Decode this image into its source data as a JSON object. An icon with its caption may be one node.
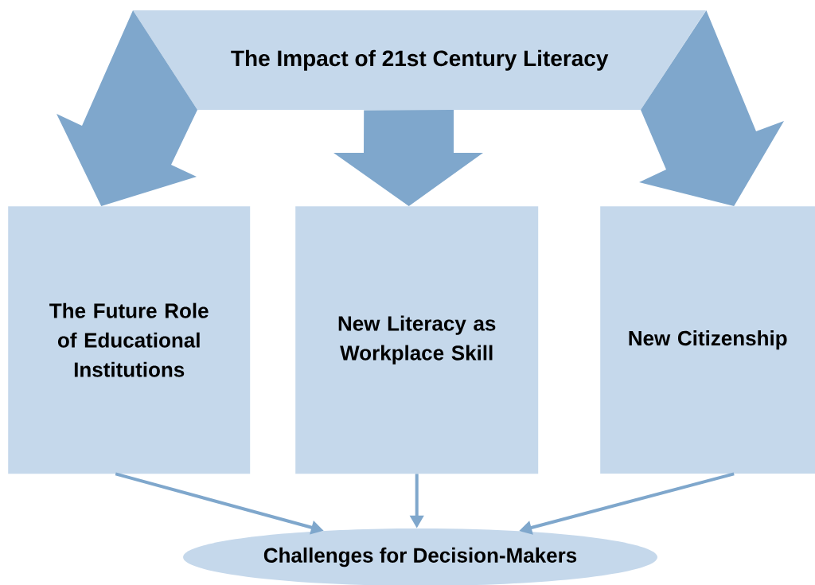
{
  "diagram": {
    "nodes": [
      {
        "text": [
          "The Impact of 21st Century Literacy"
        ]
      },
      {
        "text": [
          "The Future Role of Educational Institutions"
        ]
      },
      {
        "text": [
          "New Literacy as Workplace Skill"
        ]
      },
      {
        "text": [
          "New Citizenship"
        ]
      },
      {
        "text": [
          "Challenges for Decision-Makers"
        ]
      }
    ],
    "edges": [
      {
        "from": 0,
        "to": 1,
        "arrow": "to",
        "style": "thick"
      },
      {
        "from": 0,
        "to": 2,
        "arrow": "to",
        "style": "thick"
      },
      {
        "from": 0,
        "to": 3,
        "arrow": "to",
        "style": "thick"
      },
      {
        "from": 1,
        "to": 4,
        "arrow": "to"
      },
      {
        "from": 2,
        "to": 4,
        "arrow": "to"
      },
      {
        "from": 3,
        "to": 4,
        "arrow": "to"
      }
    ]
  }
}
